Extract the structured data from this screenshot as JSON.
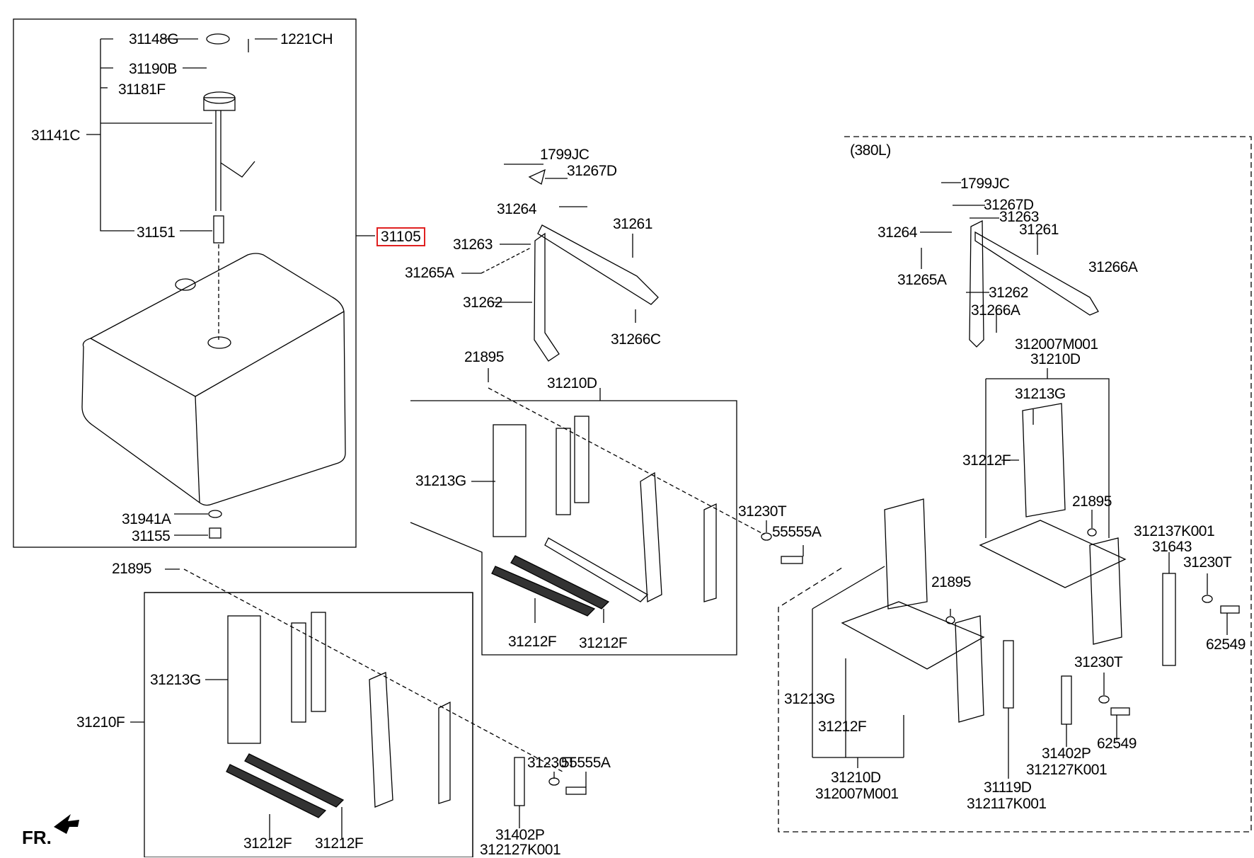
{
  "diagram": {
    "title": "Fuel tank & step assembly exploded parts diagram",
    "highlight_color": "#e02020",
    "direction_marker": {
      "label": "FR.",
      "icon": "arrow-down-left-icon"
    },
    "variant_label": "(380L)",
    "highlighted_part": "31105",
    "tank_group": {
      "sender_parts": [
        "31148G",
        "1221CH",
        "31190B",
        "31181F",
        "31141C",
        "31151"
      ],
      "tank_parts": [
        "31105",
        "31941A",
        "31155"
      ]
    },
    "strap_group": [
      "1799JC",
      "31267D",
      "31264",
      "31263",
      "31261",
      "31265A",
      "31262",
      "31266C"
    ],
    "step_upper": [
      "21895",
      "31210D",
      "31213G",
      "31212F",
      "31212F",
      "31230T",
      "55555A"
    ],
    "step_lower": [
      "21895",
      "31210F",
      "31213G",
      "31212F",
      "31212F",
      "31230T",
      "55555A",
      "31402P",
      "312127K001"
    ],
    "group_380l": {
      "straps": [
        "1799JC",
        "31267D",
        "31263",
        "31264",
        "31261",
        "31265A",
        "31262",
        "31266A",
        "31266A"
      ],
      "steps": [
        "312007M001",
        "31210D",
        "31213G",
        "31212F",
        "21895",
        "312137K001",
        "31643",
        "31230T",
        "62549",
        "21895",
        "31213G",
        "31212F",
        "31230T",
        "62549",
        "31402P",
        "312127K001",
        "31210D",
        "312007M001",
        "31119D",
        "312117K001"
      ]
    }
  }
}
